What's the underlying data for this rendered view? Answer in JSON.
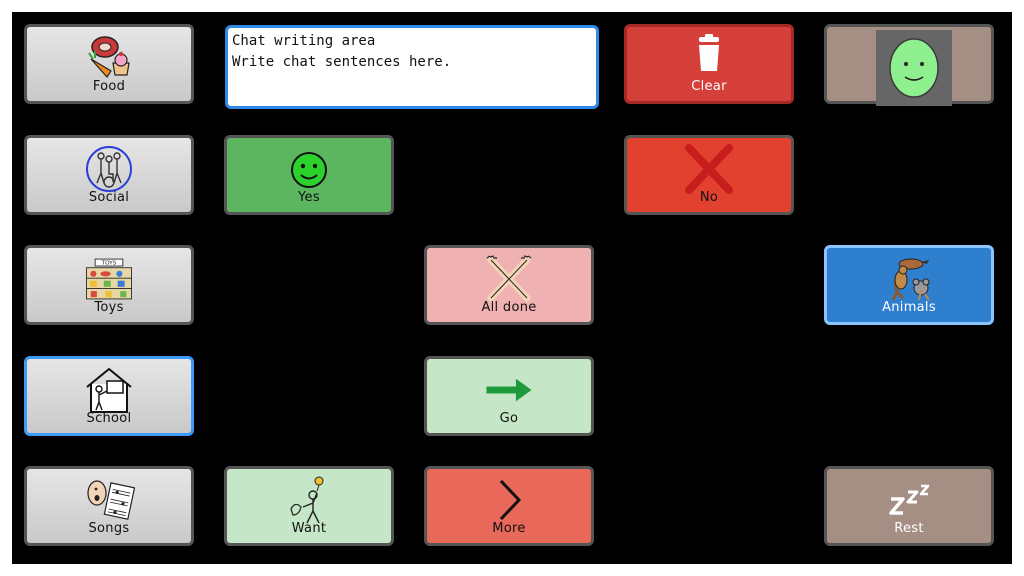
{
  "chat": {
    "title": "Chat writing area",
    "placeholder": "Write chat sentences here."
  },
  "tiles": {
    "food": "Food",
    "social": "Social",
    "toys": "Toys",
    "school": "School",
    "songs": "Songs",
    "yes": "Yes",
    "want": "Want",
    "all_done": "All done",
    "go": "Go",
    "more": "More",
    "clear": "Clear",
    "no": "No",
    "animals": "Animals",
    "rest": "Rest",
    "toys_sign": "TOYS"
  },
  "colors": {
    "board": "#000000",
    "grey_tile": "#d5d5d5",
    "green_tile": "#5cb65f",
    "light_green_tile": "#c5e6c7",
    "pink_tile": "#efb1b1",
    "red_tile": "#e2412f",
    "salmon_tile": "#e8685a",
    "blue_tile": "#2f7fcf",
    "taupe_tile": "#a58f84",
    "selection": "#3c9cf5"
  },
  "icons": {
    "food": "food-icon",
    "social": "people-icon",
    "toys": "toy-shelf-icon",
    "school": "school-house-icon",
    "songs": "singing-icon",
    "yes": "smiley-icon",
    "want": "reaching-person-icon",
    "all_done": "crossed-arms-icon",
    "go": "arrow-right-icon",
    "more": "chevron-right-icon",
    "clear": "trash-icon",
    "no": "red-x-icon",
    "animals": "animals-icon",
    "rest": "zzz-icon",
    "avatar": "avatar-face-icon"
  }
}
